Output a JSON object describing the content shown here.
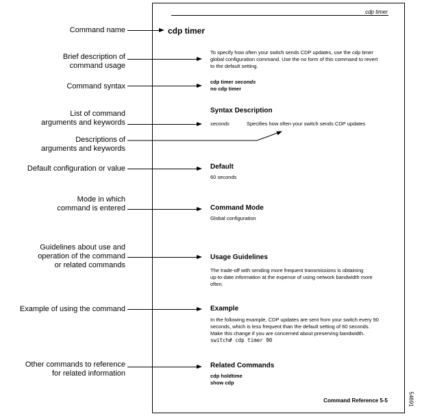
{
  "callouts": [
    {
      "text": "Command name"
    },
    {
      "text": "Brief description of\ncommand usage"
    },
    {
      "text": "Command syntax"
    },
    {
      "text": "List of command\narguments and keywords"
    },
    {
      "text": "Descriptions of\narguments and keywords"
    },
    {
      "text": "Default configuration or value"
    },
    {
      "text": "Mode in which\ncommand is entered"
    },
    {
      "text": "Guidelines about use and\noperation of the command\nor related commands"
    },
    {
      "text": "Example of using the command"
    },
    {
      "text": "Other commands to reference\nfor related information"
    }
  ],
  "page": {
    "running_header": "cdp timer",
    "command_name": "cdp timer",
    "description": "To specify how often your switch sends CDP updates, use the cdp timer\nglobal configuration command. Use the no form of this command to revert\nto the default setting.",
    "syntax": {
      "command": "cdp timer ",
      "argument": "seconds",
      "no_form": "no cdp timer"
    },
    "syntax_description": {
      "heading": "Syntax Description",
      "term": "seconds",
      "definition": "Specifies how often your switch sends CDP updates"
    },
    "default_section": {
      "heading": "Default",
      "value": "60 seconds"
    },
    "command_mode": {
      "heading": "Command Mode",
      "value": "Global configuration"
    },
    "usage_guidelines": {
      "heading": "Usage Guidelines",
      "body": "The trade-off with sending more frequent transmissions is obtaining\nup-to-date information at the expense of using network bandwidth more\noften."
    },
    "example": {
      "heading": "Example",
      "body": "In the following example, CDP updates are sent from your switch every 90\nseconds, which is less frequent than the default setting of 60 seconds.\nMake this change if you are concerned about preserving bandwidth.",
      "code": "switch# cdp timer 90"
    },
    "related_commands": {
      "heading": "Related Commands",
      "items": [
        "cdp holdtime",
        "show cdp"
      ]
    },
    "footer": "Command Reference 5-5",
    "artwork_number": "54691"
  }
}
